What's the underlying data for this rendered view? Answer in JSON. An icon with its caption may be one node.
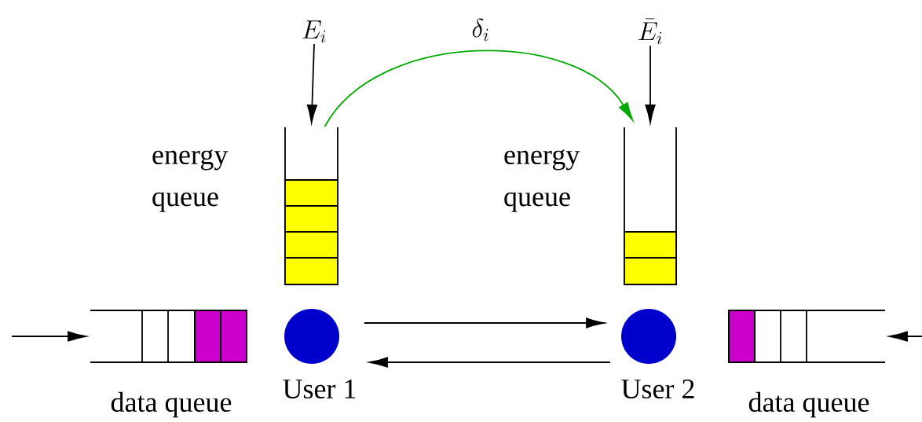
{
  "diagram": {
    "nodes": [
      {
        "text": [
          "E_i"
        ]
      },
      {
        "text": [
          "energy queue"
        ]
      },
      {
        "text": [
          "\\bar{E}_i"
        ]
      },
      {
        "text": [
          "energy queue"
        ]
      },
      {
        "text": [
          "User 1"
        ]
      },
      {
        "text": [
          "User 2"
        ]
      },
      {
        "text": [
          "data queue"
        ]
      },
      {
        "text": [
          "data queue"
        ]
      }
    ],
    "edges": [
      {
        "from": 0,
        "to": 1,
        "arrow": "to"
      },
      {
        "from": 1,
        "to": 3,
        "arrow": "to",
        "label": "\\delta_i",
        "color": "#00aa00"
      },
      {
        "from": 2,
        "to": 3,
        "arrow": "to"
      },
      {
        "from": null,
        "to": 6,
        "arrow": "to"
      },
      {
        "from": 4,
        "to": 5,
        "arrow": "to"
      },
      {
        "from": 5,
        "to": 4,
        "arrow": "to"
      },
      {
        "from": null,
        "to": 7,
        "arrow": "to"
      }
    ]
  }
}
